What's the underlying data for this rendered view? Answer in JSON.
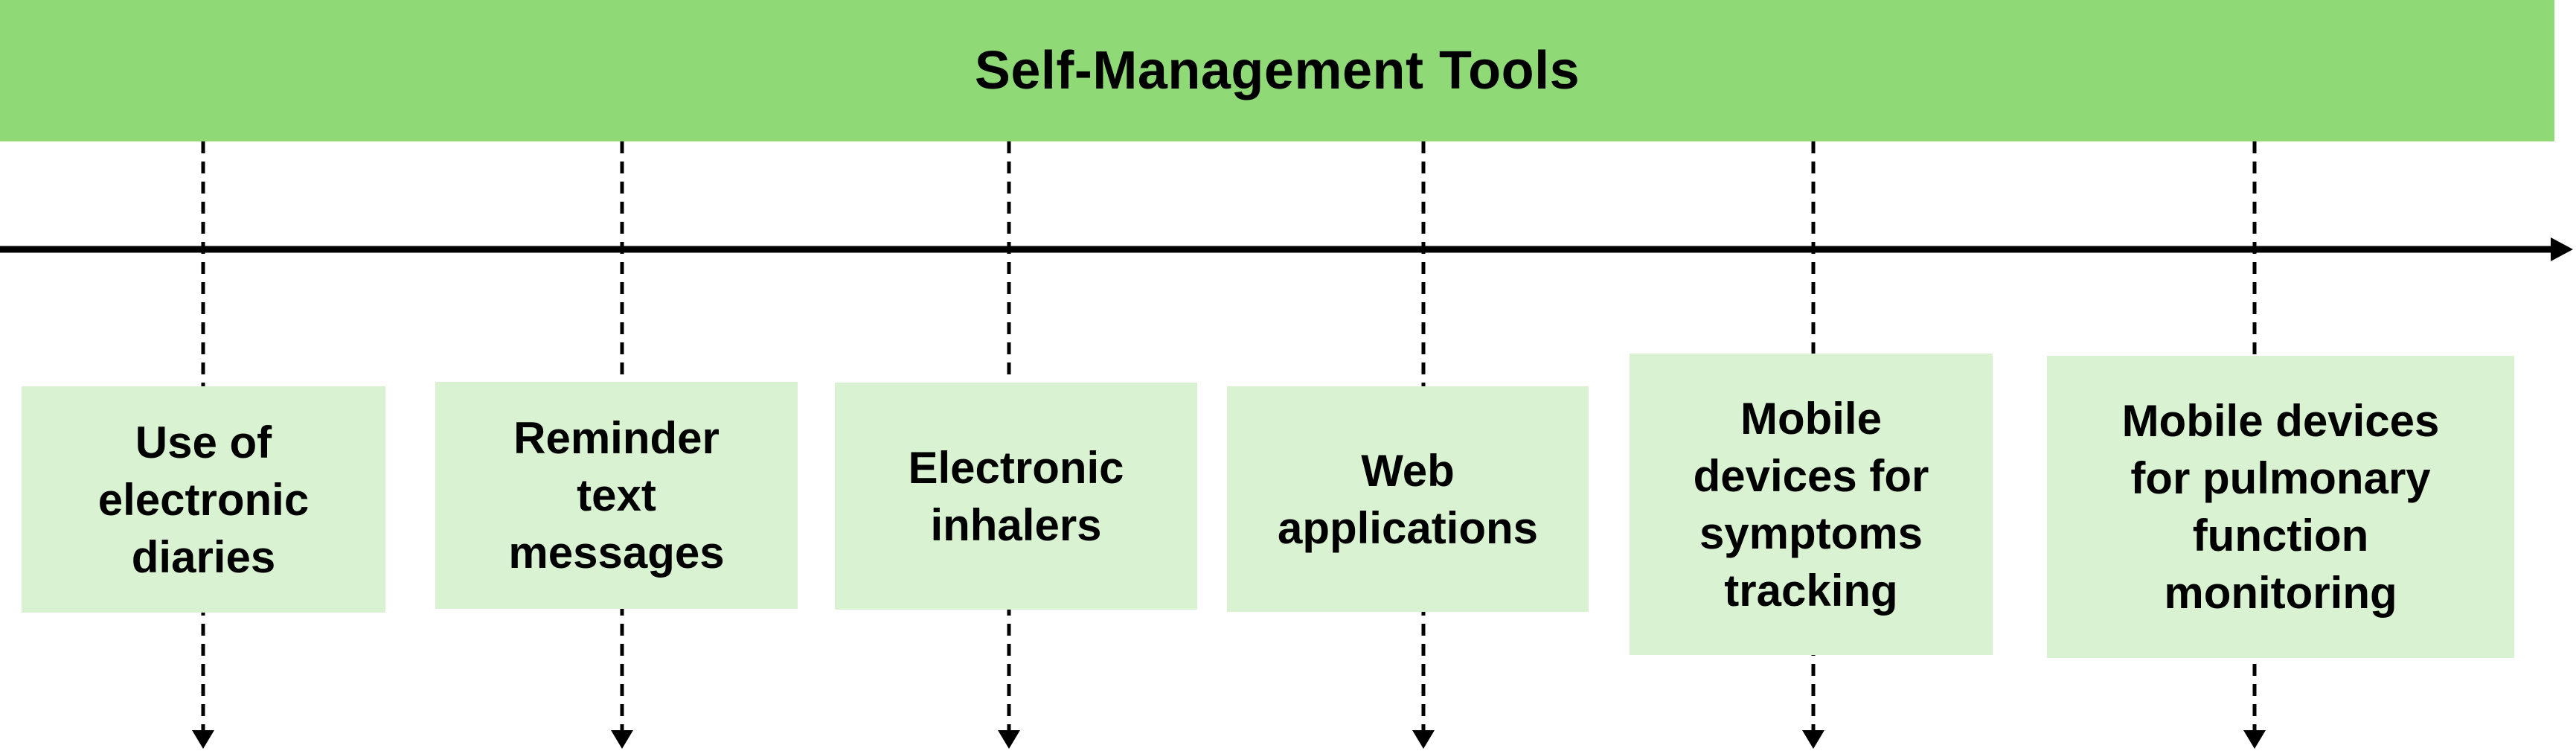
{
  "colors": {
    "header_fill": "#8fd977",
    "box_fill": "#d8f2d2",
    "line": "#000000"
  },
  "header": {
    "title": "Self-Management Tools"
  },
  "tools": [
    {
      "label_lines": [
        "Use of",
        "electronic",
        "diaries"
      ]
    },
    {
      "label_lines": [
        "Reminder",
        "text",
        "messages"
      ]
    },
    {
      "label_lines": [
        "Electronic",
        "inhalers"
      ]
    },
    {
      "label_lines": [
        "Web",
        "applications"
      ]
    },
    {
      "label_lines": [
        "Mobile",
        "devices for",
        "symptoms",
        "tracking"
      ]
    },
    {
      "label_lines": [
        "Mobile devices",
        "for pulmonary",
        "function",
        "monitoring"
      ]
    }
  ]
}
